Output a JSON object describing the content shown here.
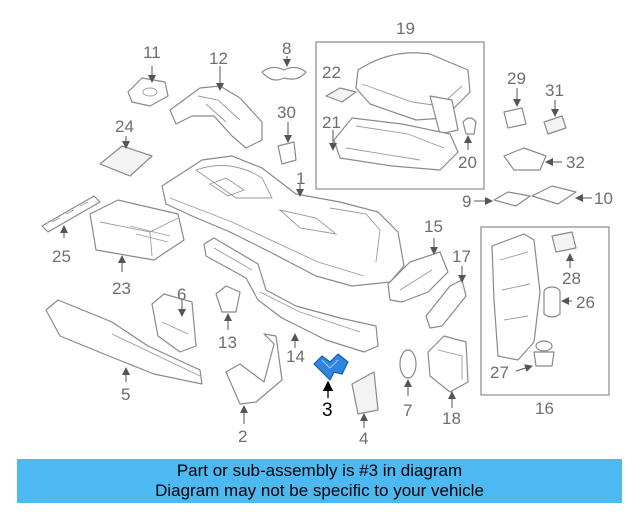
{
  "diagram": {
    "highlight_color": "#2f86e0",
    "callouts": [
      {
        "id": "c1",
        "text": "1"
      },
      {
        "id": "c2",
        "text": "2"
      },
      {
        "id": "c3",
        "text": "3"
      },
      {
        "id": "c4",
        "text": "4"
      },
      {
        "id": "c5",
        "text": "5"
      },
      {
        "id": "c6",
        "text": "6"
      },
      {
        "id": "c7",
        "text": "7"
      },
      {
        "id": "c8",
        "text": "8"
      },
      {
        "id": "c9",
        "text": "9"
      },
      {
        "id": "c10",
        "text": "10"
      },
      {
        "id": "c11",
        "text": "11"
      },
      {
        "id": "c12",
        "text": "12"
      },
      {
        "id": "c13",
        "text": "13"
      },
      {
        "id": "c14",
        "text": "14"
      },
      {
        "id": "c15",
        "text": "15"
      },
      {
        "id": "c16",
        "text": "16"
      },
      {
        "id": "c17",
        "text": "17"
      },
      {
        "id": "c18",
        "text": "18"
      },
      {
        "id": "c19",
        "text": "19"
      },
      {
        "id": "c20",
        "text": "20"
      },
      {
        "id": "c21",
        "text": "21"
      },
      {
        "id": "c22",
        "text": "22"
      },
      {
        "id": "c23",
        "text": "23"
      },
      {
        "id": "c24",
        "text": "24"
      },
      {
        "id": "c25",
        "text": "25"
      },
      {
        "id": "c26",
        "text": "26"
      },
      {
        "id": "c27",
        "text": "27"
      },
      {
        "id": "c28",
        "text": "28"
      },
      {
        "id": "c29",
        "text": "29"
      },
      {
        "id": "c30",
        "text": "30"
      },
      {
        "id": "c31",
        "text": "31"
      },
      {
        "id": "c32",
        "text": "32"
      }
    ]
  },
  "banner": {
    "background": "#4db9f2",
    "line1": "Part or sub-assembly is #3 in diagram",
    "line2": "Diagram may not be specific to your vehicle"
  }
}
